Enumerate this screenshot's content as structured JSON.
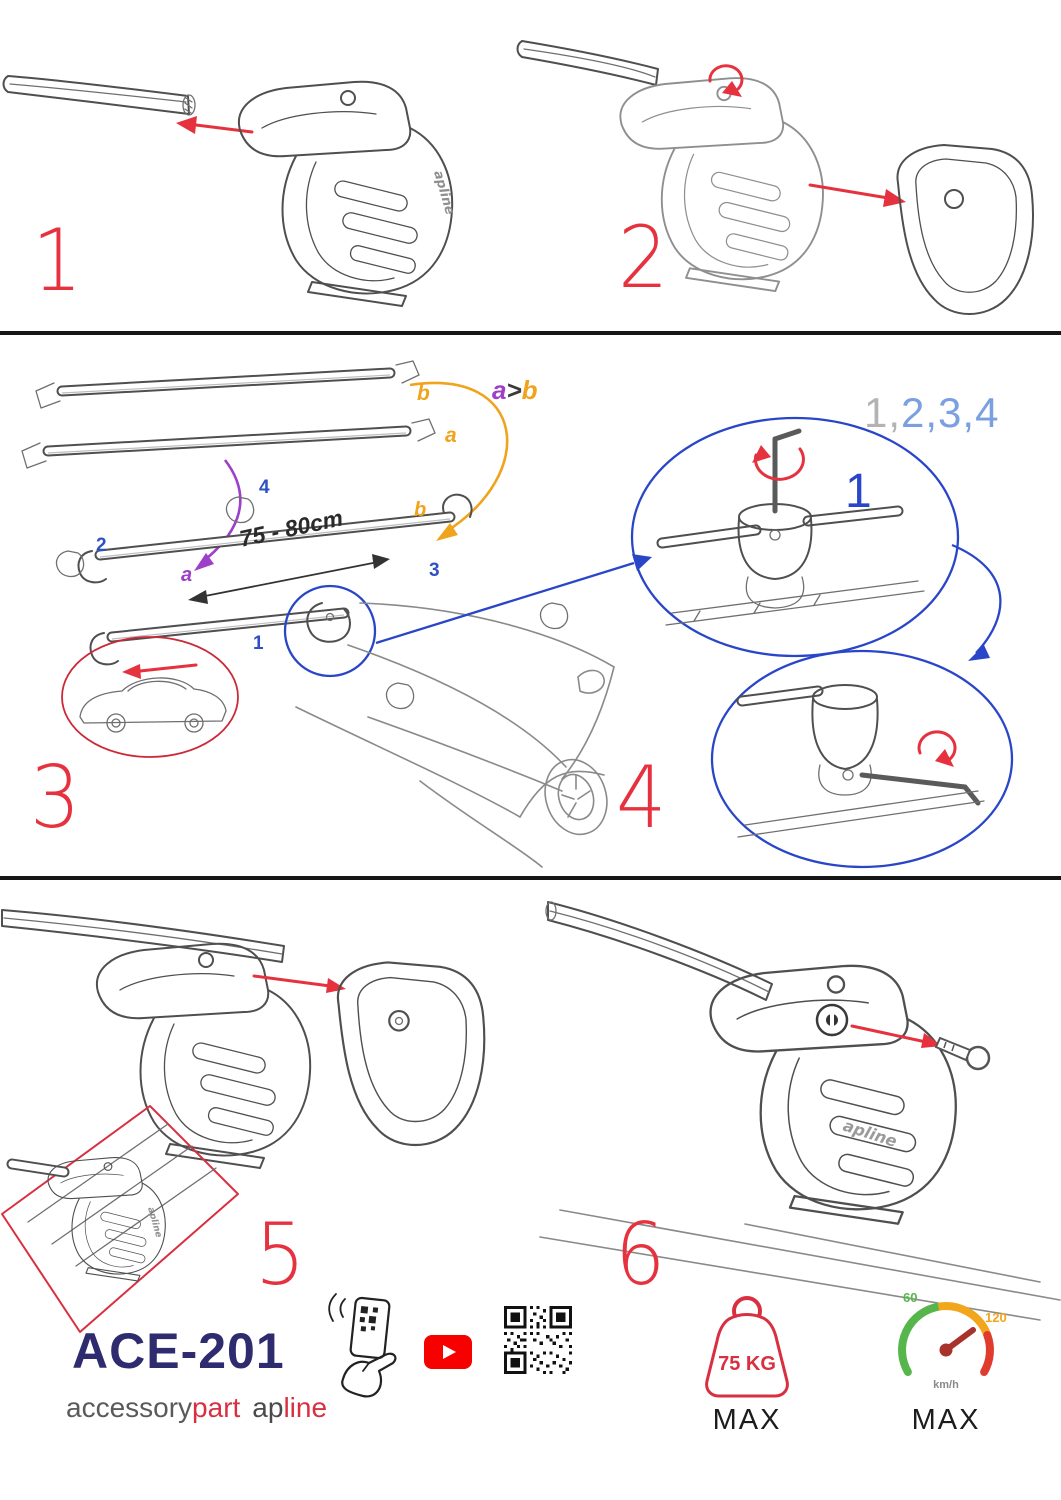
{
  "colors": {
    "red": "#e5323e",
    "blue": "#2a46c8",
    "purple": "#9d3fc9",
    "orange": "#f0a31c",
    "navy": "#2e2c6e"
  },
  "steps": {
    "s1": "1",
    "s2": "2",
    "s3": "3",
    "s4": "4",
    "s5": "5",
    "s6": "6"
  },
  "assembly": {
    "bar_label_b": "b",
    "bar_label_a": "a",
    "compare_a": "a",
    "compare_gt": ">",
    "compare_b": "b",
    "measurement": "75 - 80cm",
    "sequence_gray": "1,",
    "sequence_blue": "2,3,4",
    "callout_one": "1",
    "pos_1": "1",
    "pos_2": "2",
    "pos_3": "3",
    "pos_4": "4",
    "roof_label_a": "a",
    "roof_label_b": "b"
  },
  "branding": {
    "model": "ACE-201",
    "brand_gray": "accessory",
    "brand_red": "part",
    "brand2_gray": "ap",
    "brand2_red": "line",
    "foot_logo": "apline"
  },
  "limits": {
    "weight": "75 KG",
    "weight_max": "MAX",
    "speed_low": "60",
    "speed_high": "120",
    "speed_unit": "km/h",
    "speed_max": "MAX"
  },
  "icons": {
    "phone_scan": "phone-qr-scan-icon",
    "youtube": "youtube-play-icon",
    "qr": "qr-code-icon",
    "weight": "max-weight-icon",
    "speedometer": "max-speed-icon"
  }
}
